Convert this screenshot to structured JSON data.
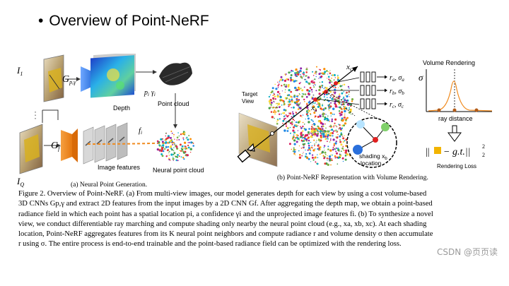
{
  "slide": {
    "title": "Overview of Point-NeRF",
    "bullet": "•"
  },
  "figure": {
    "left": {
      "label_I1": "I",
      "label_I1_sub": "1",
      "label_IQ": "I",
      "label_IQ_sub": "Q",
      "label_Gp": "G",
      "label_Gp_sub": "p,γ",
      "label_Gf": "G",
      "label_Gf_sub": "f",
      "depth": "Depth",
      "pi_gamma": "p",
      "pi_sub": "i",
      "gamma_sym": "γ",
      "point_cloud": "Point cloud",
      "fi": "f",
      "fi_sub": "i",
      "image_features": "Image features",
      "neural_point_cloud": "Neural point cloud",
      "caption_a": "(a) Neural Point Generation."
    },
    "right": {
      "target_view": "Target\nView",
      "xc": "x",
      "xc_sub": "c",
      "xa": "x",
      "xa_sub": "a",
      "out_a": "r",
      "out_a_rest": "a, σa",
      "out_b": "r",
      "out_b_rest": "b, σb",
      "out_c": "r",
      "out_c_rest": "c, σc",
      "shading": "shading x",
      "shading_sub": "b",
      "location": "location",
      "volume_rendering": "Volume Rendering",
      "sigma": "σ",
      "ray_distance": "ray distance",
      "loss_formula": "||■ − g.t.||",
      "loss_sup": "2",
      "loss_sub": "2",
      "rendering_loss": "Rendering Loss",
      "caption_b": "(b) Point-NeRF Representation with Volume Rendering."
    }
  },
  "caption": {
    "lines": [
      "Figure 2. Overview of Point-NeRF. (a) From multi-view images, our model generates depth for each view by using a cost volume-based",
      "3D CNNs Gp,γ and extract 2D features from the input images by a 2D CNN Gf. After aggregating the depth map, we obtain a point-based",
      "radiance field in which each point has a spatial location pi, a confidence γi and the unprojected image features fi. (b) To synthesize a novel",
      "view, we conduct differentiable ray marching and compute shading only nearby the neural point cloud (e.g., xa, xb, xc). At each shading",
      "location, Point-NeRF aggregates features from its K neural point neighbors and compute radiance r and volume density σ then accumulate",
      "r using σ. The entire process is end-to-end trainable and the point-based radiance field can be optimized with the rendering loss."
    ]
  },
  "watermark": "CSDN @页页读",
  "colors": {
    "orange": "#f08a1e",
    "blue": "#2a6fdb",
    "red": "#e02020",
    "green": "#3a9b3a",
    "gold": "#d9a400"
  }
}
